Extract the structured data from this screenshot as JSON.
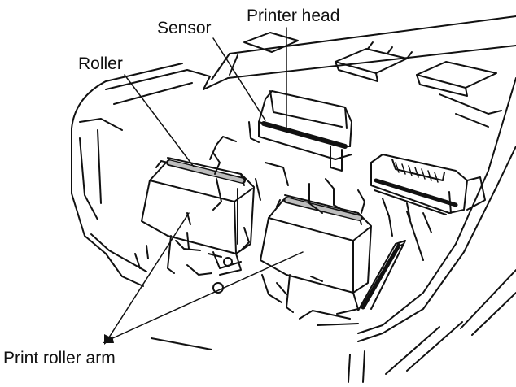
{
  "labels": {
    "printer_head": "Printer head",
    "sensor": "Sensor",
    "roller": "Roller",
    "print_roller_arm": "Print roller arm"
  }
}
